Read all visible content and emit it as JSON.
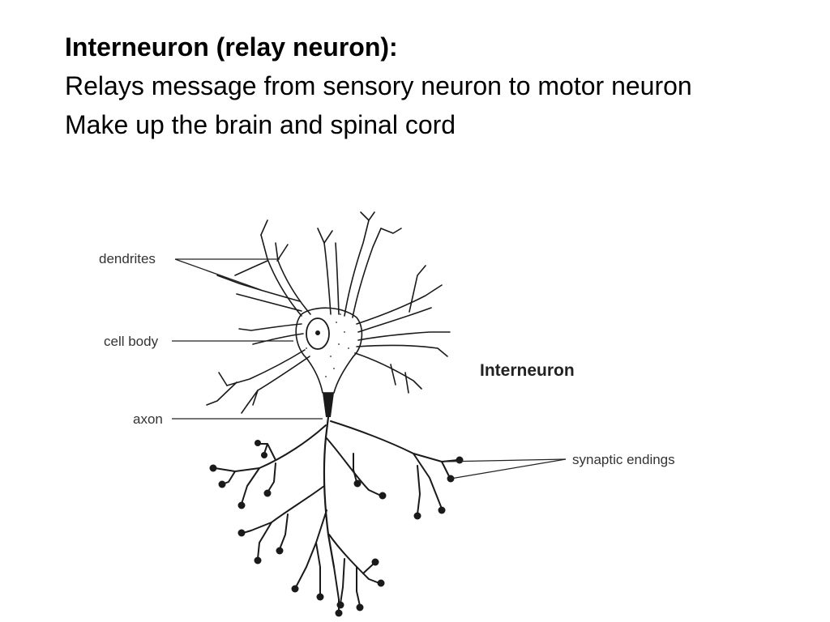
{
  "slide": {
    "title": "Interneuron (relay neuron):",
    "line1": "Relays message from sensory neuron to motor neuron",
    "line2": "Make up the brain and spinal cord"
  },
  "diagram": {
    "labels": {
      "dendrites": "dendrites",
      "cell_body": "cell body",
      "axon": "axon",
      "synaptic_endings": "synaptic endings",
      "figure_title": "Interneuron"
    }
  }
}
